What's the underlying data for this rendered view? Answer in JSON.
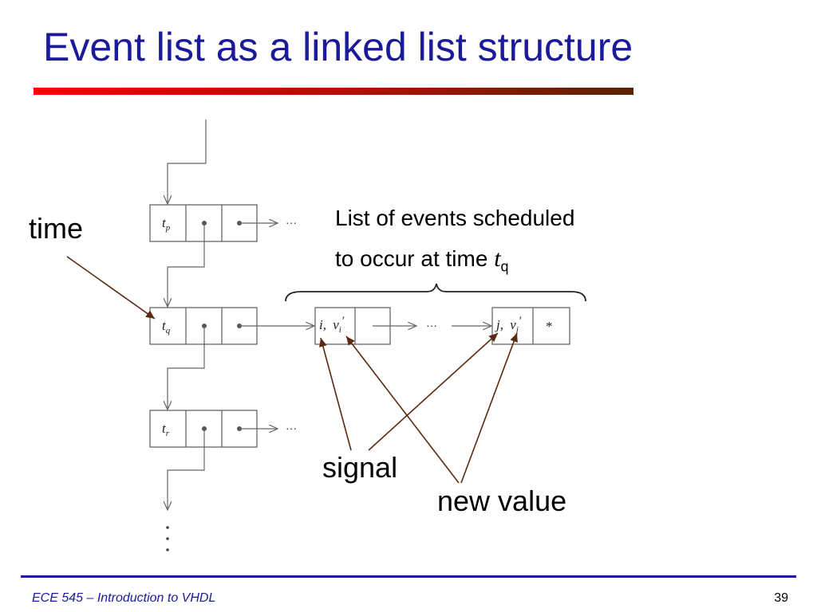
{
  "slide": {
    "title": "Event list as a linked list structure",
    "footer_course": "ECE 545 – Introduction to VHDL",
    "page_number": "39"
  },
  "labels": {
    "time": "time",
    "caption_line1": "List of events scheduled",
    "caption_line2_prefix": "to occur at time ",
    "caption_var": "t",
    "caption_sub": "q",
    "signal": "signal",
    "new_value": "new value"
  },
  "diagram": {
    "time_nodes": [
      {
        "var": "t",
        "sub": "p"
      },
      {
        "var": "t",
        "sub": "q"
      },
      {
        "var": "t",
        "sub": "r"
      }
    ],
    "event_nodes": [
      {
        "signal": "i",
        "value": "v",
        "value_sub": "i",
        "prime": "′"
      },
      {
        "signal": "j",
        "value": "v",
        "value_sub": "j",
        "prime": "′",
        "terminator": "*"
      }
    ],
    "ellipsis": "···"
  },
  "colors": {
    "title": "#1a1a9a",
    "annotation_arrow": "#5a2a10",
    "figure_line": "#666666"
  }
}
